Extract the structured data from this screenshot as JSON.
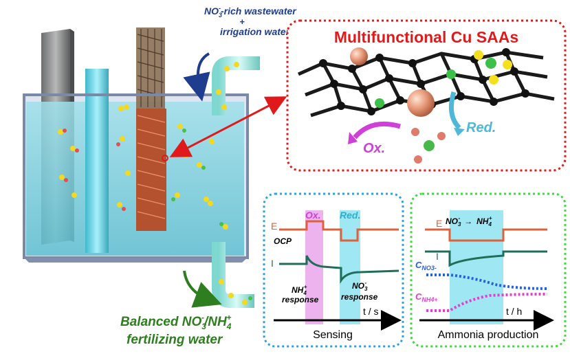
{
  "inlet_label": {
    "line1_a": "NO",
    "line1_sub": "3",
    "line1_sup": "-",
    "line1_b": "-rich wastewater",
    "line2": "+",
    "line3": "irrigation water"
  },
  "outlet_label": {
    "line1_a": "Balanced NO",
    "line1_sub": "3",
    "line1_sup": "-",
    "line1_b": "/NH",
    "line1_sub2": "4",
    "line1_sup2": "+",
    "line2": "fertilizing water"
  },
  "saa_panel": {
    "title": "Multifunctional Cu SAAs",
    "ox_label": "Ox.",
    "red_label": "Red."
  },
  "sensing_panel": {
    "title": "Sensing",
    "e_label": "E",
    "ocp_label": "OCP",
    "i_label": "I",
    "ox_label": "Ox.",
    "red_label": "Red.",
    "nh4_resp_a": "NH",
    "nh4_resp_sub": "4",
    "nh4_resp_sup": "+",
    "nh4_resp_b": "response",
    "no3_resp_a": "NO",
    "no3_resp_sub": "3",
    "no3_resp_sup": "-",
    "no3_resp_b": "response",
    "axis_label": "t / s"
  },
  "ammonia_panel": {
    "title": "Ammonia production",
    "e_label": "E",
    "i_label": "I",
    "reaction_a": "NO",
    "reaction_sub": "3",
    "reaction_sup": "-",
    "reaction_arrow": "→",
    "reaction_b": "NH",
    "reaction_sub2": "4",
    "reaction_sup2": "+",
    "c_no3": "C",
    "c_no3_sub": "NO3-",
    "c_nh4": "C",
    "c_nh4_sub": "NH4+",
    "axis_label": "t / h"
  },
  "colors": {
    "dark_blue": "#1f3d8f",
    "dark_green": "#2e7d1f",
    "red": "#e01a1a",
    "cyan": "#4fd0e8",
    "magenta": "#d040d8",
    "orange_line": "#e0603a",
    "teal_line": "#1e6e58",
    "blue_dots": "#2a5ee0",
    "pink_dots": "#e040d0"
  }
}
